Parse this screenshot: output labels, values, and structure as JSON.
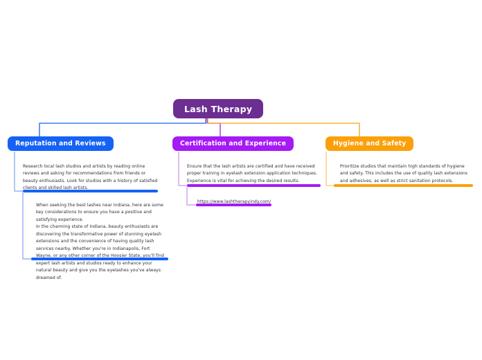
{
  "diagram": {
    "type": "mind-map",
    "title": "Lash Therapy mind map",
    "colors": {
      "root": "#6C2E91",
      "branch_reputation": "#1562F5",
      "branch_certification": "#A51AF5",
      "branch_hygiene": "#FBA00A",
      "text": "#2b2b33",
      "background": "#ffffff"
    }
  },
  "root": {
    "label": "Lash Therapy"
  },
  "branches": [
    {
      "id": "reputation",
      "label": "Reputation and Reviews",
      "color": "#1562F5",
      "body": "Research local lash studios and artists by reading online reviews and asking for recommendations from friends or beauty enthusiasts. Look for studios with a history of satisfied clients and skilled lash artists.",
      "sub_body_line_1": "When seeking the best lashes near Indiana, here are some key considerations to ensure you have a positive and satisfying experience.",
      "sub_body_line_2": "In the charming state of Indiana, beauty enthusiasts are discovering the transformative power of stunning eyelash extensions and the convenience of having quality lash services nearby. Whether you're in Indianapolis, Fort Wayne, or any other corner of the Hoosier State, you'll find expert lash artists and studios ready to enhance your natural beauty and give you the eyelashes you've always dreamed of."
    },
    {
      "id": "certification",
      "label": "Certification and Experience",
      "color": "#A51AF5",
      "body": "Ensure that the lash artists are certified and have received proper training in eyelash extension application techniques. Experience is vital for achieving the desired results.",
      "link": "https://www.lashtherapyindy.com/"
    },
    {
      "id": "hygiene",
      "label": "Hygiene and Safety",
      "color": "#FBA00A",
      "body": "Prioritize studios that maintain high standards of hygiene and safety. This includes the use of quality lash extensions and adhesives, as well as strict sanitation protocols."
    }
  ]
}
